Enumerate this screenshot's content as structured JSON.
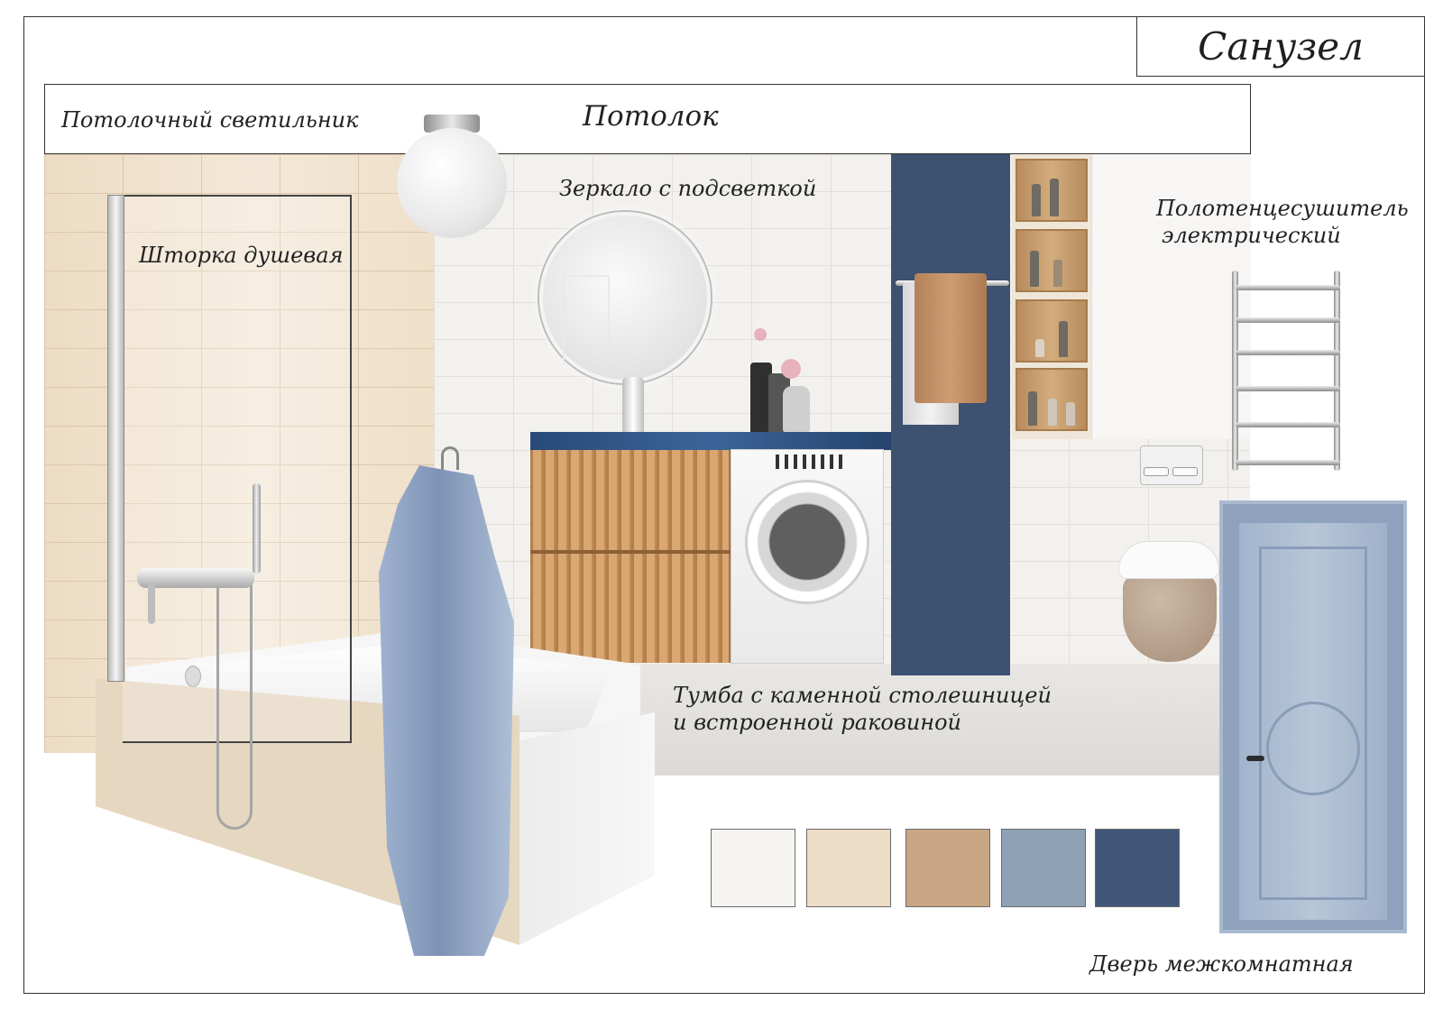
{
  "board": {
    "title": "Санузел",
    "labels": {
      "ceiling": "Потолок",
      "ceiling_light": "Потолочный светильник",
      "mirror": "Зеркало с подсветкой",
      "shower_screen": "Шторка душевая",
      "towel_warmer_line1": "Полотенцесушитель",
      "towel_warmer_line2": "электрический",
      "vanity_line1": "Тумба с каменной столешницей",
      "vanity_line2": "и встроенной раковиной",
      "door": "Дверь межкомнатная"
    }
  },
  "palette": [
    {
      "color": "#f6f4f1"
    },
    {
      "color": "#ecdcc6"
    },
    {
      "color": "#c8a683"
    },
    {
      "color": "#8fa1b6"
    },
    {
      "color": "#3f5677"
    }
  ],
  "icons": {
    "ceiling_lamp": "ceiling-lamp-icon",
    "round_mirror": "round-mirror-icon",
    "shower_screen": "shower-screen-icon",
    "bathtub": "bathtub-icon",
    "bathrobe": "bathrobe-icon",
    "vanity": "vanity-cabinet-icon",
    "washing_machine": "washing-machine-icon",
    "towel": "towel-icon",
    "towel_warmer": "towel-warmer-icon",
    "toilet": "toilet-icon",
    "door": "door-icon"
  }
}
